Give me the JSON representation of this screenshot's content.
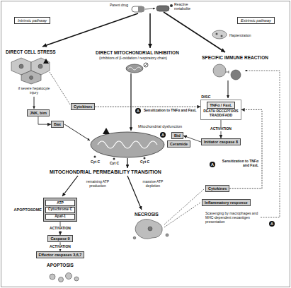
{
  "diagram": {
    "nodes": [
      {
        "text": [
          "Intrinsic pathway"
        ]
      },
      {
        "text": [
          "Extrinsic pathway"
        ]
      },
      {
        "text": [
          "Cytokines"
        ]
      },
      {
        "text": [
          "JNK, bim"
        ]
      },
      {
        "text": [
          "Bax"
        ]
      },
      {
        "text": [
          "A"
        ]
      },
      {
        "text": [
          "DISC",
          "DEATH RECEPTORS",
          "TRADD/FADD"
        ]
      },
      {
        "text": [
          "TNFα / FasL"
        ],
        "in": 6
      },
      {
        "text": [
          "A"
        ]
      },
      {
        "text": [
          "Bid"
        ]
      },
      {
        "text": [
          "Ceramide"
        ]
      },
      {
        "text": [
          "Initiator caspase 8"
        ]
      },
      {
        "text": [
          "A"
        ]
      },
      {
        "text": [
          "APOPTOSOME"
        ]
      },
      {
        "text": [
          "ATP"
        ],
        "in": 13
      },
      {
        "text": [
          "Cytochrome C"
        ],
        "in": 13
      },
      {
        "text": [
          "Apaf-1"
        ],
        "in": 13
      },
      {
        "text": [
          "Caspase 9"
        ]
      },
      {
        "text": [
          "Effector caspases 3,6,7"
        ]
      },
      {
        "text": [
          "Cytokines"
        ]
      },
      {
        "text": [
          "Inflammatory response"
        ]
      },
      {
        "text": [
          "A"
        ]
      }
    ],
    "edges": [
      {
        "from": 2,
        "to": 6,
        "arrow": "to",
        "label": "Sensitization to TNFα and FasL"
      },
      {
        "from": 6,
        "to": 11,
        "arrow": "to",
        "label": "ACTIVATION"
      },
      {
        "from": 11,
        "to": 9,
        "arrow": "to"
      },
      {
        "from": 3,
        "to": 4,
        "arrow": "to"
      },
      {
        "from": 13,
        "to": 17,
        "arrow": "to",
        "label": "ACTIVATION"
      },
      {
        "from": 17,
        "to": 18,
        "arrow": "to",
        "label": "ACTIVATION"
      },
      {
        "from": 19,
        "to": 6,
        "arrow": "to",
        "label": "Sensitization to TNFα and FasL"
      }
    ],
    "labels": [
      "Parent drug",
      "Reactive metabolite",
      "Haptenization",
      "DIRECT CELL STRESS",
      "if severe hepatocyte injury",
      "DIRECT MITOCHONDRIAL INHIBITION",
      "(inhibitors of β-oxidation / respiratory chain)",
      "SPECIFIC IMMUNE REACTION",
      "Mitochondrial dysfunction",
      "Cyt C",
      "Cyt C",
      "Cyt C",
      "MITOCHONDRIAL PERMEABILITY TRANSITION",
      "remaining ATP production",
      "massive ATP depletion",
      "NECROSIS",
      "Scavenging by macrophages and MHC-dependent neoantigen presentation",
      "APOPTOSIS"
    ]
  }
}
